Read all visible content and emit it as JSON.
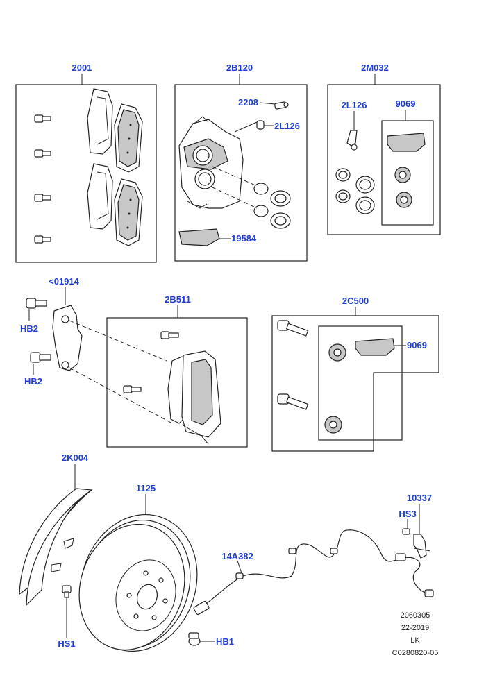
{
  "accent_color": "#1f3fcf",
  "labels": {
    "pads_group": "2001",
    "caliper_group": "2B120",
    "seal_kit_group": "2M032",
    "bleed_screw": "2208",
    "bleed_cap_caliper": "2L126",
    "grease_caliper": "19584",
    "bleed_cap_kit": "2L126",
    "grease_kit": "9069",
    "wear_indicator_part": "<01914",
    "hb2_upper": "HB2",
    "hb2_lower": "HB2",
    "carrier_group": "2B511",
    "guide_pin_group": "2C500",
    "grease_guide": "9069",
    "shield": "2K004",
    "disc": "1125",
    "sensor": "14A382",
    "bracket": "10337",
    "hs3": "HS3",
    "hs1": "HS1",
    "hb1": "HB1"
  },
  "footer": {
    "line1": "2060305",
    "line2": "22-2019",
    "line3": "LK",
    "line4": "C0280820-05"
  }
}
